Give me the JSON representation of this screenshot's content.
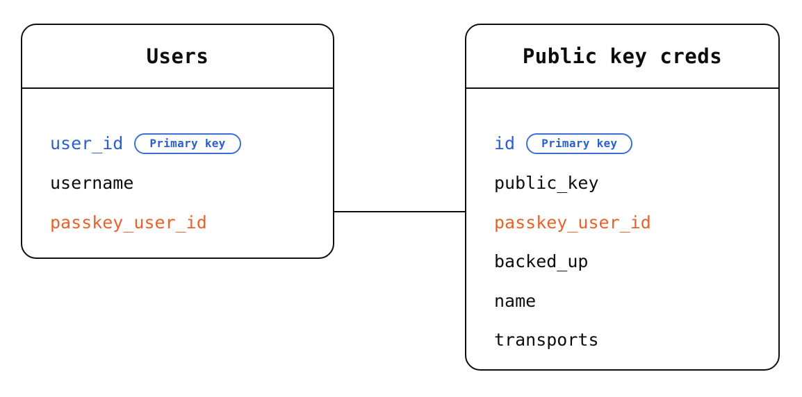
{
  "diagram": {
    "type": "entity-relationship",
    "background_color": "#ffffff",
    "stroke_color": "#0d0d0d",
    "colors": {
      "primary_key": "#2b5fd0",
      "foreign_key": "#e8622c",
      "default_text": "#0d0d0d",
      "badge_border": "#3a6fd8"
    }
  },
  "entities": [
    {
      "id": "users",
      "title": "Users",
      "fields": [
        {
          "name": "user_id",
          "role": "pk",
          "badge": "Primary key"
        },
        {
          "name": "username",
          "role": "plain",
          "badge": null
        },
        {
          "name": "passkey_user_id",
          "role": "fk",
          "badge": null
        }
      ]
    },
    {
      "id": "public-key-creds",
      "title": "Public key creds",
      "fields": [
        {
          "name": "id",
          "role": "pk",
          "badge": "Primary key"
        },
        {
          "name": "public_key",
          "role": "plain",
          "badge": null
        },
        {
          "name": "passkey_user_id",
          "role": "fk",
          "badge": null
        },
        {
          "name": "backed_up",
          "role": "plain",
          "badge": null
        },
        {
          "name": "name",
          "role": "plain",
          "badge": null
        },
        {
          "name": "transports",
          "role": "plain",
          "badge": null
        }
      ]
    }
  ],
  "relationships": [
    {
      "from": "users.passkey_user_id",
      "to": "public-key-creds.passkey_user_id",
      "style": "solid-line"
    }
  ]
}
